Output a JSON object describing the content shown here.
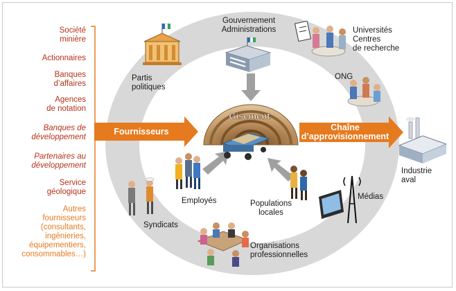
{
  "left_list": [
    {
      "text": "Société\nminière",
      "style": "dark"
    },
    {
      "text": "Actionnaires",
      "style": "dark"
    },
    {
      "text": "Banques\nd’affaires",
      "style": "dark"
    },
    {
      "text": "Agences\nde notation",
      "style": "dark"
    },
    {
      "text": "Banques de\ndéveloppement",
      "style": "italic"
    },
    {
      "text": "Partenaires au\ndéveloppement",
      "style": "italic"
    },
    {
      "text": "Service\ngéologique",
      "style": "dark"
    },
    {
      "text": "Autres\nfournisseurs\n(consultants,\ningénieries,\néquipementiers,\nconsommables…)",
      "style": "orange"
    }
  ],
  "center": {
    "label": "Gisement"
  },
  "arrows": {
    "left": "Fournisseurs",
    "right": "Chaîne\nd’approvisionnement"
  },
  "actors": {
    "gouvernement": "Gouvernement\nAdministrations",
    "universites": "Universités\nCentres\nde recherche",
    "ong": "ONG",
    "partis": "Partis\npolitiques",
    "industrie": "Industrie\naval",
    "employes": "Employés",
    "populations": "Populations\nlocales",
    "medias": "Médias",
    "syndicats": "Syndicats",
    "organisations": "Organisations\nprofessionnelles"
  },
  "colors": {
    "dark_red": "#b5321a",
    "orange": "#e67a1e",
    "ring": "#d8d8d8",
    "gray_arrow": "#a0a0a0"
  }
}
